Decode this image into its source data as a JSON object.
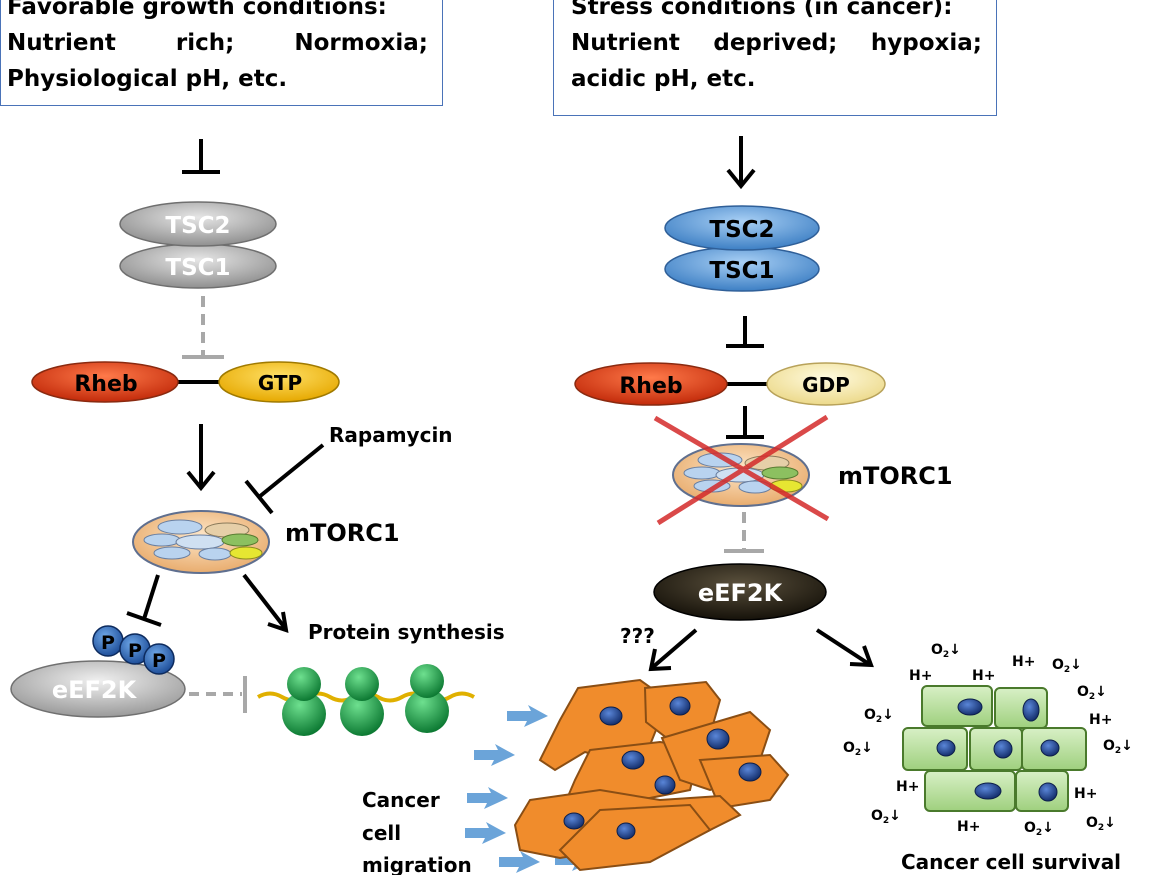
{
  "left_box": {
    "line1": "Favorable growth conditions:",
    "line2_words": [
      "Nutrient",
      "rich;",
      "Normoxia;"
    ],
    "line3": "Physiological pH, etc."
  },
  "right_box": {
    "line1": "Stress conditions (in cancer):",
    "line2_words": [
      "Nutrient",
      "deprived;",
      "hypoxia;"
    ],
    "line3": "acidic pH, etc."
  },
  "left_pathway": {
    "tsc2": "TSC2",
    "tsc1": "TSC1",
    "rheb": "Rheb",
    "gtp": "GTP",
    "rapamycin": "Rapamycin",
    "mtorc1": "mTORC1",
    "eef2k": "eEF2K",
    "phospho": "P",
    "protein_synthesis": "Protein synthesis"
  },
  "right_pathway": {
    "tsc2": "TSC2",
    "tsc1": "TSC1",
    "rheb": "Rheb",
    "gdp": "GDP",
    "mtorc1": "mTORC1",
    "eef2k": "eEF2K",
    "unknown": "???",
    "migration_line1": "Cancer",
    "migration_line2": "cell",
    "migration_line3": "migration",
    "survival": "Cancer cell survival",
    "h_plus": "H+",
    "o2_symbol": "O",
    "o2_sub": "2",
    "down_arrow": "↓"
  },
  "colors": {
    "box_border": "#4a73b8",
    "tsc_gray": "#a9a9a9",
    "tsc_blue": "#5b9bd5",
    "rheb": "#e8401c",
    "gtp": "#ffc000",
    "gdp": "#fff2b3",
    "eef2k_active": "#2a2418",
    "ribosome": "#1fa84a",
    "cancer_cell": "#f28a30",
    "survival_cell": "#b9e0a0"
  }
}
